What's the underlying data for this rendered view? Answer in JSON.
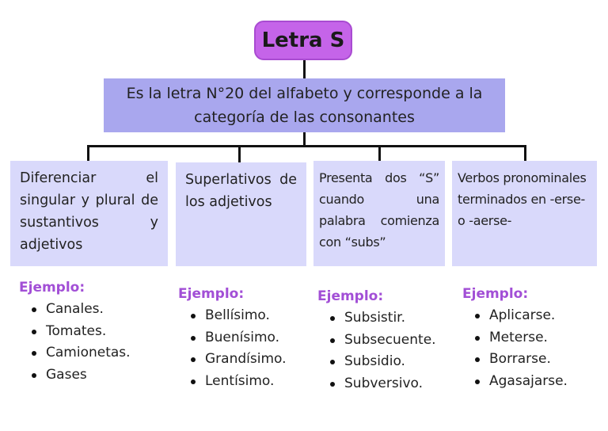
{
  "title": "Letra S",
  "definition": "Es la letra N°20 del alfabeto y corresponde a la categoría de las consonantes",
  "categories": [
    {
      "text": "Diferenciar el singular y plural de sustantivos y adjetivos",
      "example_label": "Ejemplo:",
      "examples": [
        "Canales.",
        "Tomates.",
        "Camionetas.",
        "Gases"
      ]
    },
    {
      "text": "Superlativos de los adjetivos",
      "example_label": "Ejemplo:",
      "examples": [
        "Bellísimo.",
        "Buenísimo.",
        "Grandísimo.",
        "Lentísimo."
      ]
    },
    {
      "text": "Presenta dos “S” cuando una palabra comienza con “subs”",
      "example_label": "Ejemplo:",
      "examples": [
        "Subsistir.",
        "Subsecuente.",
        "Subsidio.",
        "Subversivo."
      ]
    },
    {
      "text": "Verbos pronominales terminados en -erse- o -aerse-",
      "example_label": "Ejemplo:",
      "examples": [
        "Aplicarse.",
        "Meterse.",
        "Borrarse.",
        "Agasajarse."
      ]
    }
  ],
  "colors": {
    "title_bg": "#c564e9",
    "definition_bg": "#a9a7ee",
    "category_bg": "#d9d9fb",
    "example_label": "#a24fd6"
  }
}
